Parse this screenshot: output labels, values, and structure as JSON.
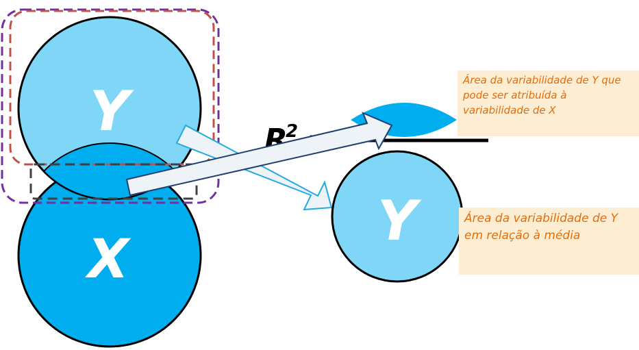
{
  "circles": {
    "y_top": "Y",
    "x_bottom": "X",
    "y_right": "Y"
  },
  "formula": {
    "lhs": "R",
    "exponent": "2",
    "equals": "="
  },
  "notes": {
    "explained": "Área da variabilidade de Y que  pode ser atribuída à variabilidade de X",
    "total": "Área da variabilidade de Y em relação à média"
  },
  "colors": {
    "light_blue": "#7fd6f6",
    "blue": "#00adef",
    "note_text": "#e46c0a",
    "note_background": "#fdeed3",
    "purple_dash": "#7030a0",
    "red_dash": "#c0504d",
    "gray_dash": "#404040"
  }
}
